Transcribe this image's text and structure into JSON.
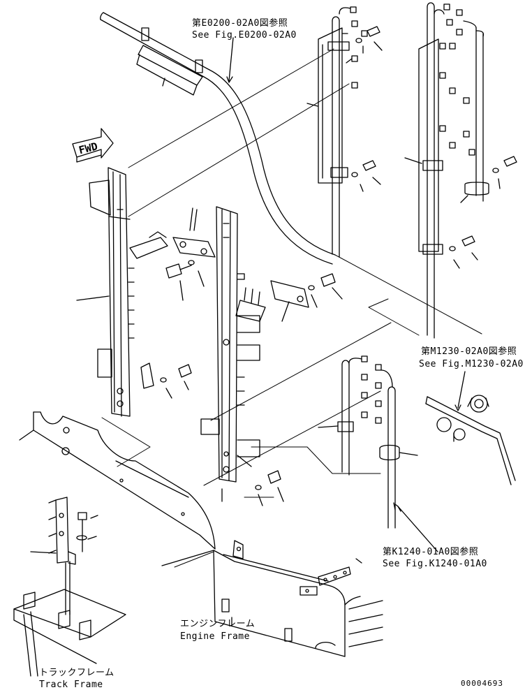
{
  "labels": {
    "ref_e0200_jp": "第E0200-02A0図参照",
    "ref_e0200_en": "See Fig.E0200-02A0",
    "ref_m1230_jp": "第M1230-02A0図参照",
    "ref_m1230_en": "See Fig.M1230-02A0",
    "ref_k1240_jp": "第K1240-01A0図参照",
    "ref_k1240_en": "See Fig.K1240-01A0",
    "engine_frame_jp": "エンジンフレーム",
    "engine_frame_en": "Engine Frame",
    "track_frame_jp": "トラックフレーム",
    "track_frame_en": "Track Frame",
    "direction_arrow": "FWD",
    "drawing_number": "00004693"
  },
  "colors": {
    "line": "#000000",
    "background": "#ffffff"
  }
}
